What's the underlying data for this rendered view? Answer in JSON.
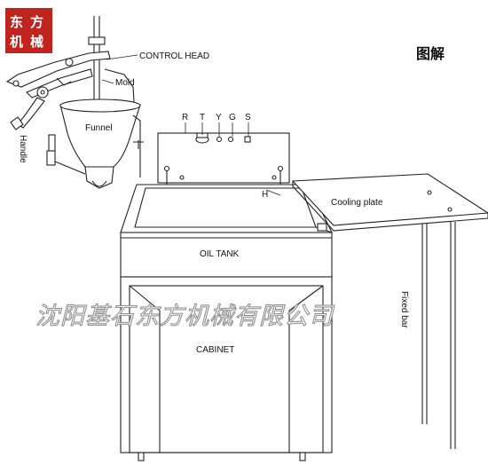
{
  "logo": {
    "chars": [
      "东",
      "方",
      "机",
      "械"
    ],
    "color": "#c0241f"
  },
  "heading": "图解",
  "labels": {
    "control_head": "CONTROL HEAD",
    "mold": "Mold",
    "funnel": "Funnel",
    "handle": "Handle",
    "r": "R",
    "t": "T",
    "y": "Y",
    "g": "G",
    "s": "S",
    "h": "H",
    "cooling_plate": "Cooling  plate",
    "oil_tank": "OIL  TANK",
    "cabinet": "CABINET",
    "fixed_bar": "Fixed  bar"
  },
  "watermark": "沈阳基石东方机械有限公司"
}
